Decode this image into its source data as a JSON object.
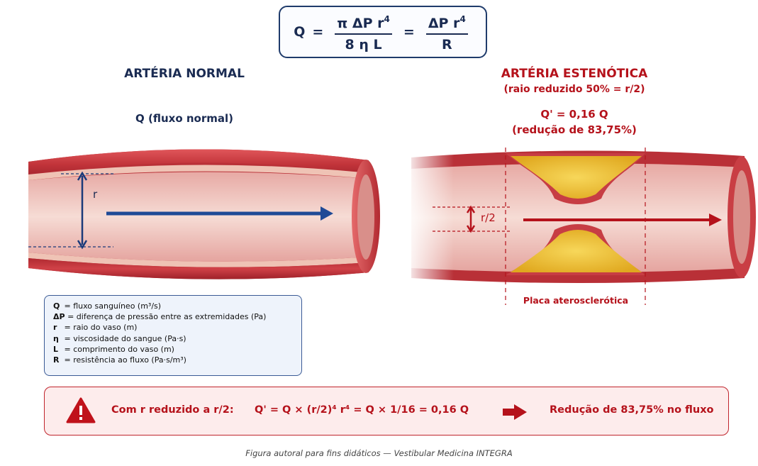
{
  "formula": {
    "lhs": "Q",
    "eq1": "=",
    "frac1_num": "π ΔP r",
    "frac1_num_exp": "4",
    "frac1_den": "8 η L",
    "eq2": "=",
    "frac2_num": "ΔP r",
    "frac2_num_exp": "4",
    "frac2_den": "R"
  },
  "normal": {
    "title": "ARTÉRIA NORMAL",
    "flow_label": "Q (fluxo normal)",
    "radius_label": "r"
  },
  "stenotic": {
    "title": "ARTÉRIA ESTENÓTICA",
    "subtitle": "(raio reduzido 50% = r/2)",
    "flow_label": "Q' = 0,16 Q",
    "reduction_label": "(redução de 83,75%)",
    "radius_label": "r/2",
    "plaque_label": "Placa aterosclerótica"
  },
  "legend": {
    "items": [
      {
        "sym": "Q",
        "text": " = fluxo sanguíneo (m³/s)"
      },
      {
        "sym": "ΔP",
        "text": " = diferença de pressão entre as extremidades (Pa)"
      },
      {
        "sym": "r",
        "text": "  = raio do vaso (m)"
      },
      {
        "sym": "η",
        "text": "  = viscosidade do sangue (Pa·s)"
      },
      {
        "sym": "L",
        "text": "  = comprimento do vaso (m)"
      },
      {
        "sym": "R",
        "text": "  = resistência ao fluxo (Pa·s/m³)"
      }
    ]
  },
  "summary": {
    "condition": "Com r reduzido a r/2:",
    "calculation": "Q' = Q × (r/2)⁴  r⁴ = Q × 1/16 = 0,16 Q",
    "result": "Redução de 83,75% no fluxo"
  },
  "caption": "Figura autoral para fins didáticos — Vestibular Medicina INTEGRA",
  "colors": {
    "navy": "#1a2b52",
    "red": "#b5121b",
    "artery": "#c8363c",
    "plaque": "#f2c53a"
  }
}
